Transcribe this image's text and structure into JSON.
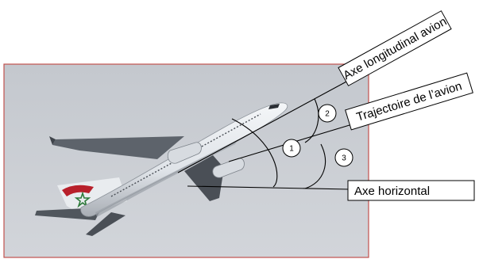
{
  "labels": {
    "longitudinal_axis": "Axe longitudinal avion",
    "trajectory": "Trajectoire de l’avion",
    "horizontal_axis": "Axe horizontal"
  },
  "angles": [
    {
      "number": "1"
    },
    {
      "number": "2"
    },
    {
      "number": "3"
    }
  ],
  "colors": {
    "photo_frame": "#c0504d",
    "photo_sky": "#c9cdd3",
    "aircraft_body": "#eceff2",
    "aircraft_shadow": "#4a4f56",
    "tail_red": "#b8202b",
    "tail_green": "#2d7a3a",
    "line": "#000000"
  }
}
